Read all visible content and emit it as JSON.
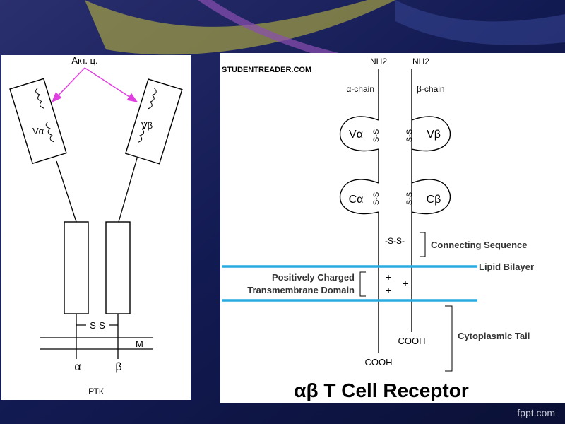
{
  "left_diagram": {
    "active_center_label": "Акт. ц.",
    "v_alpha": "Vα",
    "v_beta": "Vβ",
    "disulfide": "S-S",
    "membrane": "M",
    "alpha": "α",
    "beta": "β",
    "caption": "РТК"
  },
  "right_diagram": {
    "source": "STUDENTREADER.COM",
    "nh2_alpha": "NH2",
    "nh2_beta": "NH2",
    "alpha_chain": "α-chain",
    "beta_chain": "β-chain",
    "v_alpha": "Vα",
    "v_beta": "Vβ",
    "c_alpha": "Cα",
    "c_beta": "Cβ",
    "intrachain_ss": "S-S",
    "interchain_ss": "-S-S-",
    "connecting_sequence": "Connecting Sequence",
    "lipid_bilayer": "Lipid Bilayer",
    "tm_label_line1": "Positively Charged",
    "tm_label_line2": "Transmembrane Domain",
    "plus": "+",
    "cytoplasmic_tail": "Cytoplasmic Tail",
    "cooh_alpha": "COOH",
    "cooh_beta": "COOH",
    "title": "αβ T Cell Receptor"
  },
  "footer": {
    "watermark": "fppt.com"
  },
  "colors": {
    "background": "#0d1440",
    "membrane": "#29abe2",
    "arrow": "#e040e0"
  }
}
